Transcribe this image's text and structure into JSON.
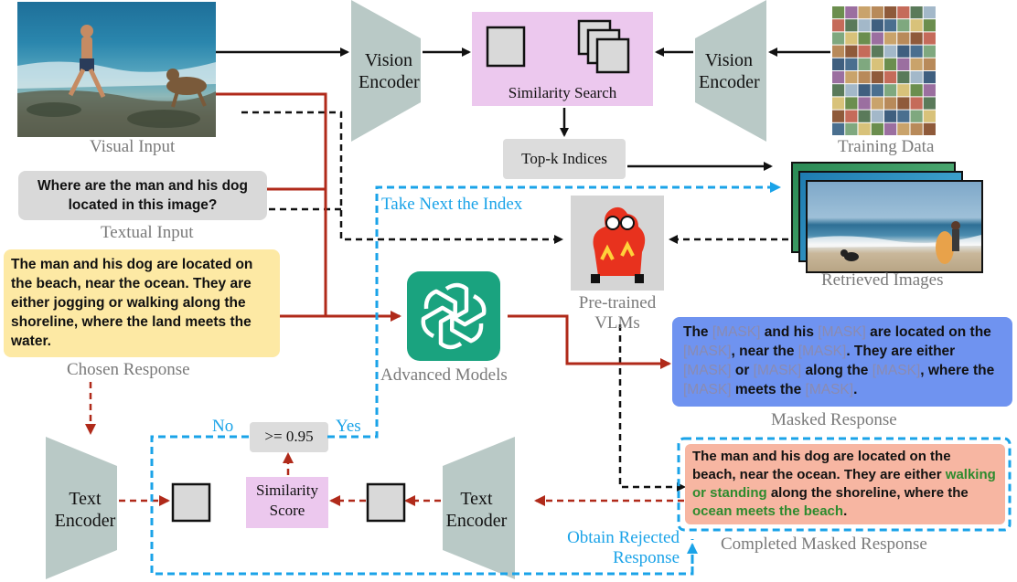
{
  "visual_input_label": "Visual Input",
  "textual_input_label": "Textual Input",
  "question": "Where are the man and his dog located in this image?",
  "chosen_response_label": "Chosen Response",
  "chosen_response": "The man and his dog are located on the beach, near the ocean. They are either jogging or walking along the shoreline, where the land meets the water.",
  "vision_encoder_label": "Vision Encoder",
  "text_encoder_label": "Text Encoder",
  "similarity_search_label": "Similarity Search",
  "topk_label": "Top-k Indices",
  "training_data_label": "Training Data",
  "retrieved_images_label": "Retrieved Images",
  "pretrained_vlms_label": "Pre-trained VLMs",
  "advanced_models_label": "Advanced Models",
  "take_next_label": "Take Next the Index",
  "masked_response_label": "Masked Response",
  "masked_response": {
    "t1": "The ",
    "m1": "[MASK]",
    "t2": " and his ",
    "m2": "[MASK]",
    "t3": " are located on the ",
    "m3": "[MASK]",
    "t4": ", near the ",
    "m4": "[MASK]",
    "t5": ". They are either ",
    "m5": "[MASK]",
    "t6": " or ",
    "m6": "[MASK]",
    "t7": " along the ",
    "m7": "[MASK]",
    "t8": ", where the ",
    "m8": "[MASK]",
    "t9": " meets the ",
    "m9": "[MASK]",
    "t10": "."
  },
  "completed_response_label": "Completed Masked Response",
  "completed_response": {
    "p1": "The man and his dog are located on the beach, near the ocean. They are either ",
    "g1": "walking or standing",
    "p2": " along the shoreline, where the ",
    "g2": "ocean meets the beach",
    "p3": "."
  },
  "threshold_label": ">= 0.95",
  "no_label": "No",
  "yes_label": "Yes",
  "similarity_score_label": "Similarity Score",
  "obtain_rejected_label": "Obtain Rejected Response",
  "colors": {
    "encoder": "#b9c9c6",
    "similarity_pink": "#ecc8ee",
    "chosen_yellow": "#fde9a4",
    "masked_blue": "#6f93f0",
    "completed_salmon": "#f7b6a2",
    "dark_red_arrow": "#b02a1a",
    "dashed_blue": "#1aa3e8",
    "gpt_green": "#1aa37f",
    "green_text": "#2e8b2e"
  }
}
